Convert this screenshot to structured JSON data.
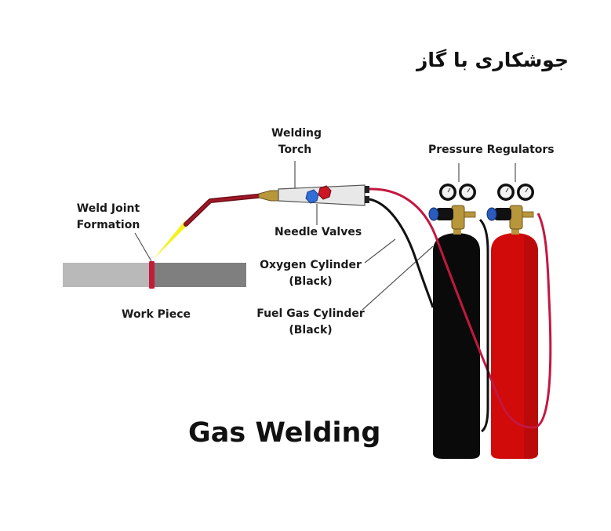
{
  "title_persian": "جوشکاری با گاز",
  "title_main": "Gas Welding",
  "labels": {
    "welding_torch": [
      "Welding",
      "Torch"
    ],
    "pressure_regulators": "Pressure Regulators",
    "weld_joint": [
      "Weld Joint",
      "Formation"
    ],
    "needle_valves": "Needle Valves",
    "oxygen_cylinder": [
      "Oxygen Cylinder",
      "(Black)"
    ],
    "fuel_gas_cylinder": [
      "Fuel Gas Cylinder",
      "(Black)"
    ],
    "work_piece": "Work Piece"
  },
  "colors": {
    "oxygen_cylinder": "#0a0a0a",
    "fuel_cylinder": "#d10a0a",
    "red_hose": "#c4173f",
    "black_hose": "#111111",
    "flame": "#f5f21a",
    "workpiece_light": "#b9b9b9",
    "workpiece_dark": "#7f7f7f",
    "weld_joint": "#c21c3a",
    "needle_valve_oxygen": "#2f6fd6",
    "needle_valve_fuel": "#cc1525",
    "brass": "#b8963a"
  }
}
